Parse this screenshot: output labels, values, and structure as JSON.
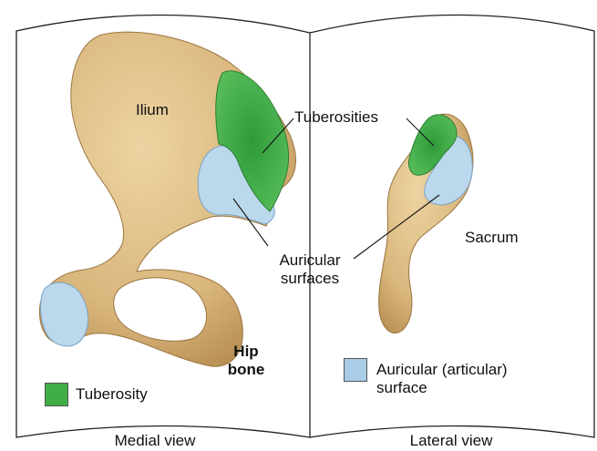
{
  "labels": {
    "ilium": "Ilium",
    "tuberosities": "Tuberosities",
    "auricular_line1": "Auricular",
    "auricular_line2": "surfaces",
    "sacrum": "Sacrum",
    "hip_line1": "Hip",
    "hip_line2": "bone",
    "medial_view": "Medial view",
    "lateral_view": "Lateral view"
  },
  "legend": {
    "tuberosity": {
      "label": "Tuberosity",
      "color": "#3fae45"
    },
    "auricular": {
      "label_line1": "Auricular (articular)",
      "label_line2": "surface",
      "color": "#a9cde6"
    }
  },
  "colors": {
    "bone": "#dfbe85",
    "bone_shadow": "#b48a4e",
    "tuberosity": "#3fae45",
    "auricular": "#bcd8ec"
  }
}
